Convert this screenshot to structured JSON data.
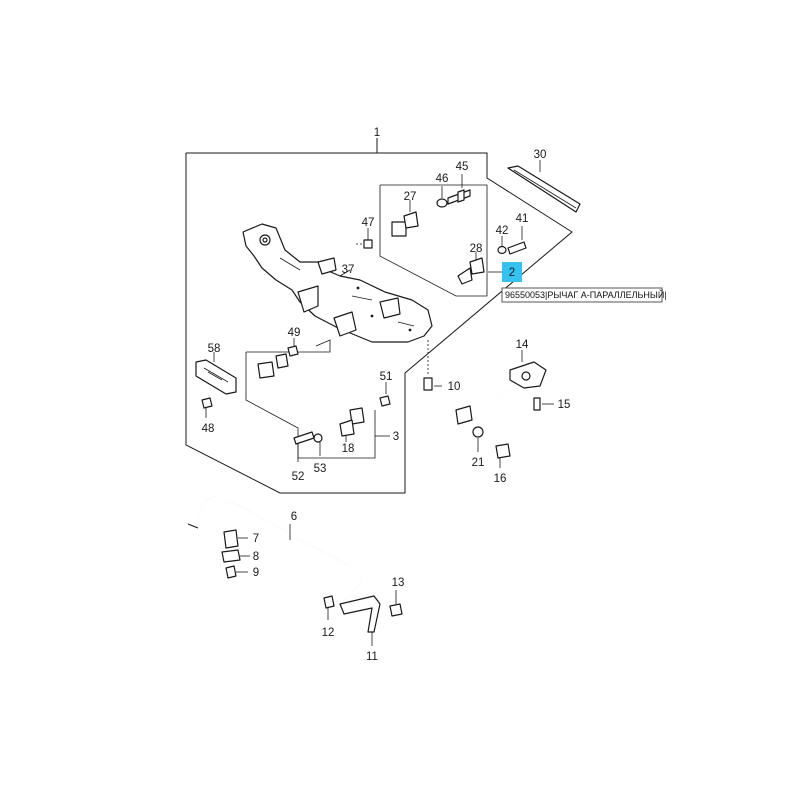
{
  "diagram": {
    "callouts": {
      "n1": "1",
      "n2": "2",
      "n3": "3",
      "n6": "6",
      "n7": "7",
      "n8": "8",
      "n9": "9",
      "n10": "10",
      "n11": "11",
      "n12": "12",
      "n13": "13",
      "n14": "14",
      "n15": "15",
      "n16": "16",
      "n18": "18",
      "n21": "21",
      "n27": "27",
      "n28": "28",
      "n30": "30",
      "n37": "37",
      "n41": "41",
      "n42": "42",
      "n45": "45",
      "n46": "46",
      "n47": "47",
      "n48": "48",
      "n49": "49",
      "n51": "51",
      "n52": "52",
      "n53": "53",
      "n58": "58"
    },
    "highlight": {
      "number": "2",
      "color": "#33c3ee"
    },
    "tooltip": {
      "text": "96550053|РЫЧАГ А-ПАРАЛЛЕЛЬНЫЙ|"
    }
  }
}
